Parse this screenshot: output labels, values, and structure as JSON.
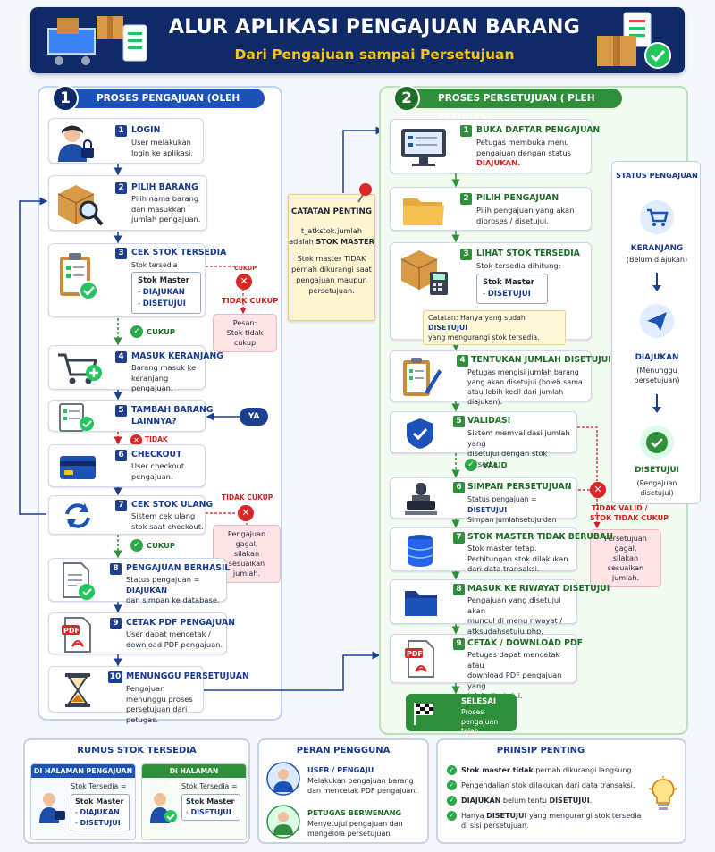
{
  "header": {
    "title": "ALUR APLIKASI PENGAJUAN BARANG",
    "subtitle": "Dari Pengajuan sampai Persetujuan"
  },
  "left": {
    "num": "1",
    "title": "PROSES PENGAJUAN (OLEH USER)",
    "steps": [
      {
        "n": "1",
        "title": "LOGIN",
        "desc": [
          "User melakukan",
          "login ke aplikasi."
        ]
      },
      {
        "n": "2",
        "title": "PILIH BARANG",
        "desc": [
          "Pilih nama barang",
          "dan masukkan",
          "jumlah pengajuan."
        ]
      },
      {
        "n": "3",
        "title": "CEK STOK TERSEDIA",
        "desc": [
          "Stok tersedia dihitung:"
        ]
      },
      {
        "n": "4",
        "title": "MASUK KERANJANG",
        "desc": [
          "Barang masuk ke",
          "keranjang pengajuan."
        ]
      },
      {
        "n": "5",
        "title": "TAMBAH BARANG",
        "title2": "LAINNYA?",
        "desc": []
      },
      {
        "n": "6",
        "title": "CHECKOUT",
        "desc": [
          "User checkout",
          "pengajuan."
        ]
      },
      {
        "n": "7",
        "title": "CEK STOK ULANG",
        "desc": [
          "Sistem cek ulang",
          "stok saat checkout."
        ]
      },
      {
        "n": "8",
        "title": "PENGAJUAN BERHASIL",
        "desc": [
          "Status pengajuan = ",
          "dan simpan ke database."
        ],
        "status": "DIAJUKAN"
      },
      {
        "n": "9",
        "title": "CETAK PDF PENGAJUAN",
        "desc": [
          "User dapat mencetak /",
          "download PDF pengajuan."
        ]
      },
      {
        "n": "10",
        "title": "MENUNGGU PERSETUJUAN",
        "desc": [
          "Pengajuan menunggu proses",
          "persetujuan dari petugas."
        ]
      }
    ],
    "stock_box": {
      "line1": "Stok Master",
      "line2": "DIAJUKAN",
      "line3": "DISETUJUI"
    },
    "cukup_small": "CUKUP",
    "tidak_cukup": "TIDAK CUKUP",
    "pesan": [
      "Pesan:",
      "Stok tidak cukup"
    ],
    "cukup": "CUKUP",
    "ya": "YA",
    "tidak": "TIDAK",
    "tidak_cukup2": "TIDAK CUKUP",
    "gagal": [
      "Pengajuan gagal,",
      "silakan sesuaikan",
      "jumlah."
    ],
    "cukup2": "CUKUP"
  },
  "catatan": {
    "title": "CATATAN PENTING",
    "l1": "t_atkstok.jumlah",
    "l2": "adalah ",
    "l2b": "STOK MASTER",
    "l3": "Stok master TIDAK",
    "l4": "pernah dikurangi saat",
    "l5": "pengajuan maupun",
    "l6": "persetujuan."
  },
  "right": {
    "num": "2",
    "title": "PROSES PERSETUJUAN ( PLEH PETUGAS)",
    "steps": [
      {
        "n": "1",
        "title": "BUKA DAFTAR PENGAJUAN",
        "desc": [
          "Petugas membuka menu",
          "pengajuan dengan status"
        ],
        "status": "DIAJUKAN."
      },
      {
        "n": "2",
        "title": "PILIH PENGAJUAN",
        "desc": [
          "Pilih pengajuan yang akan",
          "diproses / disetujui."
        ]
      },
      {
        "n": "3",
        "title": "LIHAT STOK TERSEDIA",
        "desc": [
          "Stok tersedia dihitung:"
        ]
      },
      {
        "n": "4",
        "title": "TENTUKAN JUMLAH DISETUJUI",
        "desc": [
          "Petugas mengisi jumlah barang",
          "yang akan disetujui (boleh sama",
          "atau lebih kecil dari jumlah diajukan)."
        ]
      },
      {
        "n": "5",
        "title": "VALIDASI",
        "desc": [
          "Sistem memvalidasi jumlah yang",
          "disetujui dengan stok tersedia."
        ]
      },
      {
        "n": "6",
        "title": "SIMPAN PERSETUJUAN",
        "desc": [
          "Status pengajuan = ",
          "Simpan jumlahsetuju dan tglsetuju."
        ],
        "status": "DISETUJUI"
      },
      {
        "n": "7",
        "title": "STOK MASTER TIDAK BERUBAH",
        "desc": [
          "Stok master tetap.",
          "Perhitungan stok dilakukan",
          "dari data transaksi."
        ]
      },
      {
        "n": "8",
        "title": "MASUK KE RIWAYAT DISETUJUI",
        "desc": [
          "Pengajuan yang disetujui akan",
          "muncul di menu riwayat /",
          "atksudahsetuju.php."
        ]
      },
      {
        "n": "9",
        "title": "CETAK / DOWNLOAD PDF",
        "desc": [
          "Petugas dapat mencetak atau",
          "download PDF pengajuan yang",
          "telah disetujui."
        ]
      }
    ],
    "stock_box": {
      "line1": "Stok Master",
      "line2": "DISETUJUI"
    },
    "catatan": {
      "pre": "Catatan: Hanya yang sudah ",
      "mid": "DISETUJUI",
      "post": "yang mengurangi stok tersedia."
    },
    "valid": "VALID",
    "tidak_valid": "TIDAK VALID /",
    "tidak_cukup": "STOK TIDAK CUKUP",
    "gagal": [
      "Persetujuan gagal,",
      "silakan sesuaikan",
      "jumlah."
    ],
    "selesai": {
      "title": "SELESAI",
      "l1": "Proses pengajuan",
      "l2": "telah diselesaikan."
    }
  },
  "status": {
    "title": "STATUS PENGAJUAN",
    "s1": "KERANJANG",
    "s1d": "(Belum diajukan)",
    "s2": "DIAJUKAN",
    "s2d1": "(Menunggu",
    "s2d2": "persetujuan)",
    "s3": "DISETUJUI",
    "s3d1": "(Pengajuan",
    "s3d2": "disetujui)"
  },
  "rumus": {
    "title": "RUMUS STOK TERSEDIA",
    "tab1": "DI HALAMAN PENGAJUAN",
    "tab2": "DI HALAMAN PERSETUJUAN",
    "eq": "Stok Tersedia =",
    "a1": "Stok Master",
    "a2": "DIAJUKAN",
    "a3": "DISETUJUI",
    "b1": "Stok Master",
    "b2": "DISETUJUI"
  },
  "peran": {
    "title": "PERAN PENGGUNA",
    "r1": "USER / PENGAJU",
    "r1d1": "Melakukan pengajuan barang",
    "r1d2": "dan mencetak PDF pengajuan.",
    "r2": "PETUGAS BERWENANG",
    "r2d1": "Menyetujui pengajuan dan",
    "r2d2": "mengelola persetujuan."
  },
  "prinsip": {
    "title": "PRINSIP PENTING",
    "items": [
      {
        "b": "Stok master tidak",
        "t": " pernah dikurangi langsung."
      },
      {
        "b": "",
        "t": "Pengendalian stok dilakukan dari data transaksi."
      },
      {
        "b": "DIAJUKAN",
        "t": " belum tentu ",
        "b2": "DISETUJUI",
        "t2": "."
      },
      {
        "b": "",
        "t": "Hanya ",
        "b2": "DISETUJUI",
        "t2": " yang mengurangi stok tersedia",
        "t3": "di sisi persetujuan."
      }
    ]
  },
  "colors": {
    "navy": "#0f2a66",
    "blue": "#1d52b8",
    "green": "#2f8f3a",
    "red": "#d21f1f",
    "yellow": "#f5c518"
  }
}
